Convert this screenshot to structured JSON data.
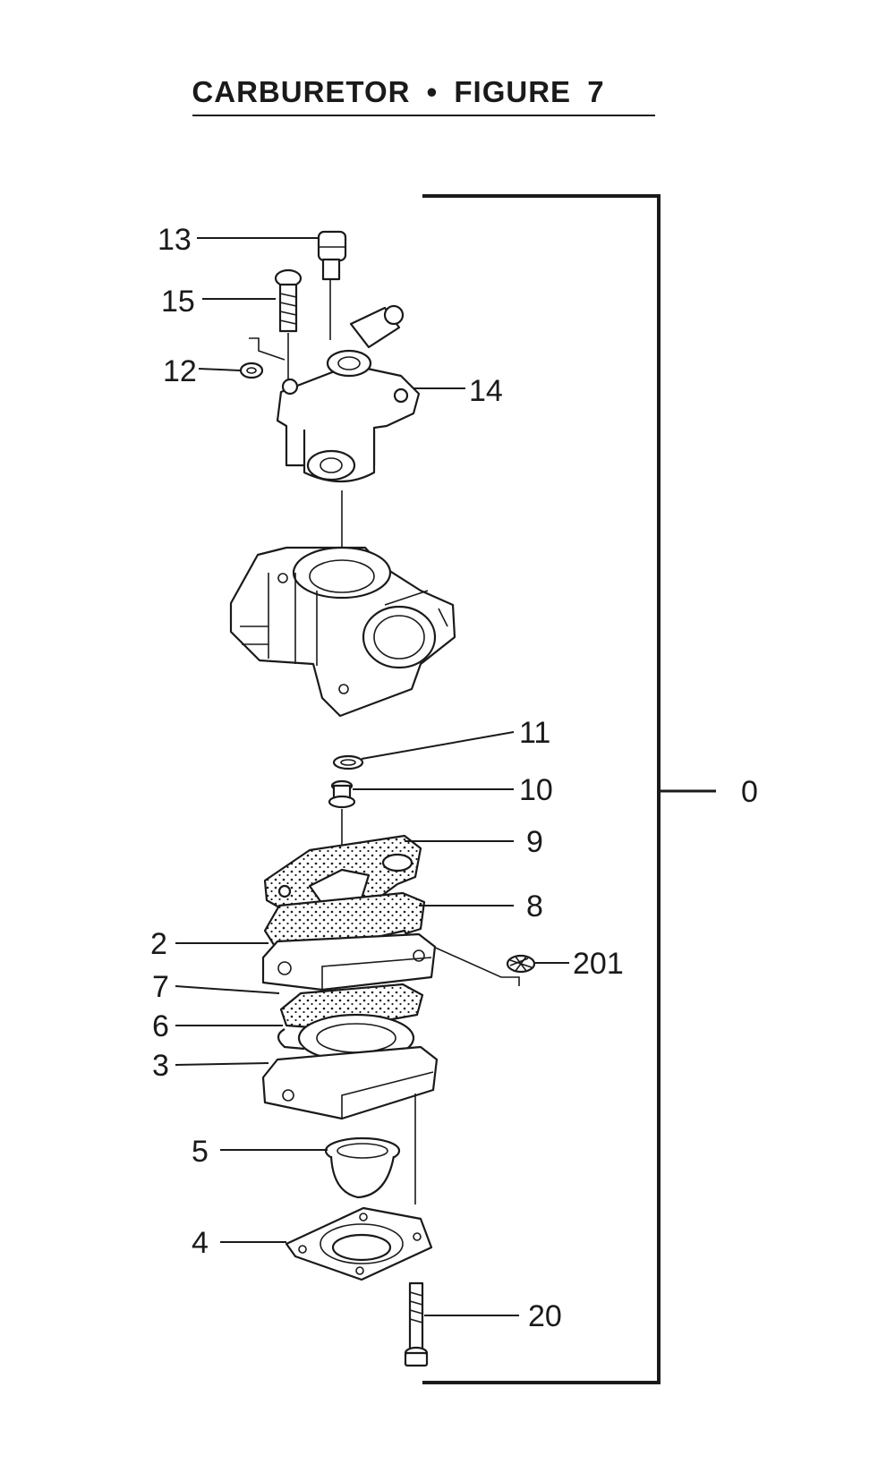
{
  "title": "CARBURETOR • FIGURE 7",
  "callouts": {
    "c0": "0",
    "c2": "2",
    "c3": "3",
    "c4": "4",
    "c5": "5",
    "c6": "6",
    "c7": "7",
    "c8": "8",
    "c9": "9",
    "c10": "10",
    "c11": "11",
    "c12": "12",
    "c13": "13",
    "c14": "14",
    "c15": "15",
    "c20": "20",
    "c201": "201"
  }
}
